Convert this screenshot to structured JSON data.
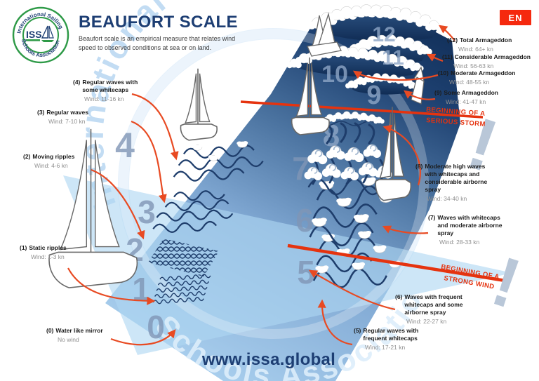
{
  "header": {
    "logo": {
      "ring_top": "International Sailing",
      "ring_bottom": "Schools Association",
      "monogram": "ISS"
    },
    "title": "BEAUFORT SCALE",
    "subtitle_line1": "Beaufort scale is an empirical measure that relates wind",
    "subtitle_line2": "speed to observed conditions at sea or on land.",
    "language_badge": "EN"
  },
  "levels": [
    {
      "n": "0",
      "paren": "(0)",
      "title": "Water like mirror",
      "wind": "No wind"
    },
    {
      "n": "1",
      "paren": "(1)",
      "title": "Static ripples",
      "wind": "Wind: 1-3 kn"
    },
    {
      "n": "2",
      "paren": "(2)",
      "title": "Moving ripples",
      "wind": "Wind: 4-6 kn"
    },
    {
      "n": "3",
      "paren": "(3)",
      "title": "Regular waves",
      "wind": "Wind: 7-10 kn"
    },
    {
      "n": "4",
      "paren": "(4)",
      "title": "Regular waves with some whitecaps",
      "wind": "Wind: 11-16 kn"
    },
    {
      "n": "5",
      "paren": "(5)",
      "title": "Regular waves with frequent whitecaps",
      "wind": "Wind: 17-21 kn"
    },
    {
      "n": "6",
      "paren": "(6)",
      "title": "Waves with frequent whitecaps and some airborne spray",
      "wind": "Wind: 22-27 kn"
    },
    {
      "n": "7",
      "paren": "(7)",
      "title": "Waves with whitecaps and moderate airborne spray",
      "wind": "Wind: 28-33 kn"
    },
    {
      "n": "8",
      "paren": "(8)",
      "title": "Moderate high waves with whitecaps and considerable airborne spray",
      "wind": "Wind: 34-40 kn"
    },
    {
      "n": "9",
      "paren": "(9)",
      "title": "Some Armageddon",
      "wind": "Wind: 41-47 kn"
    },
    {
      "n": "10",
      "paren": "(10)",
      "title": "Moderate Armageddon",
      "wind": "Wind: 48-55 kn"
    },
    {
      "n": "11",
      "paren": "(11)",
      "title": "Considerable Armageddon",
      "wind": "Wind: 56-63 kn"
    },
    {
      "n": "12",
      "paren": "(12)",
      "title": "Total Armageddon",
      "wind": "Wind: 64+ kn"
    }
  ],
  "storm_markers": {
    "serious": {
      "line1": "BEGINNING OF A",
      "line2": "SERIOUS STORM",
      "mark": "!"
    },
    "strong": {
      "line1": "BEGINNING OF A",
      "line2": "STRONG WIND",
      "mark": "!"
    }
  },
  "watermark": {
    "top": "International Sailing",
    "bottom": "Schools Association"
  },
  "footer": {
    "website": "www.issa.global"
  },
  "colors": {
    "accent_red": "#e5330f",
    "arrow_red": "#e84a22",
    "navy": "#1d3e73",
    "wave_navy": "#1e3d6b",
    "badge_red": "#f5290e"
  }
}
